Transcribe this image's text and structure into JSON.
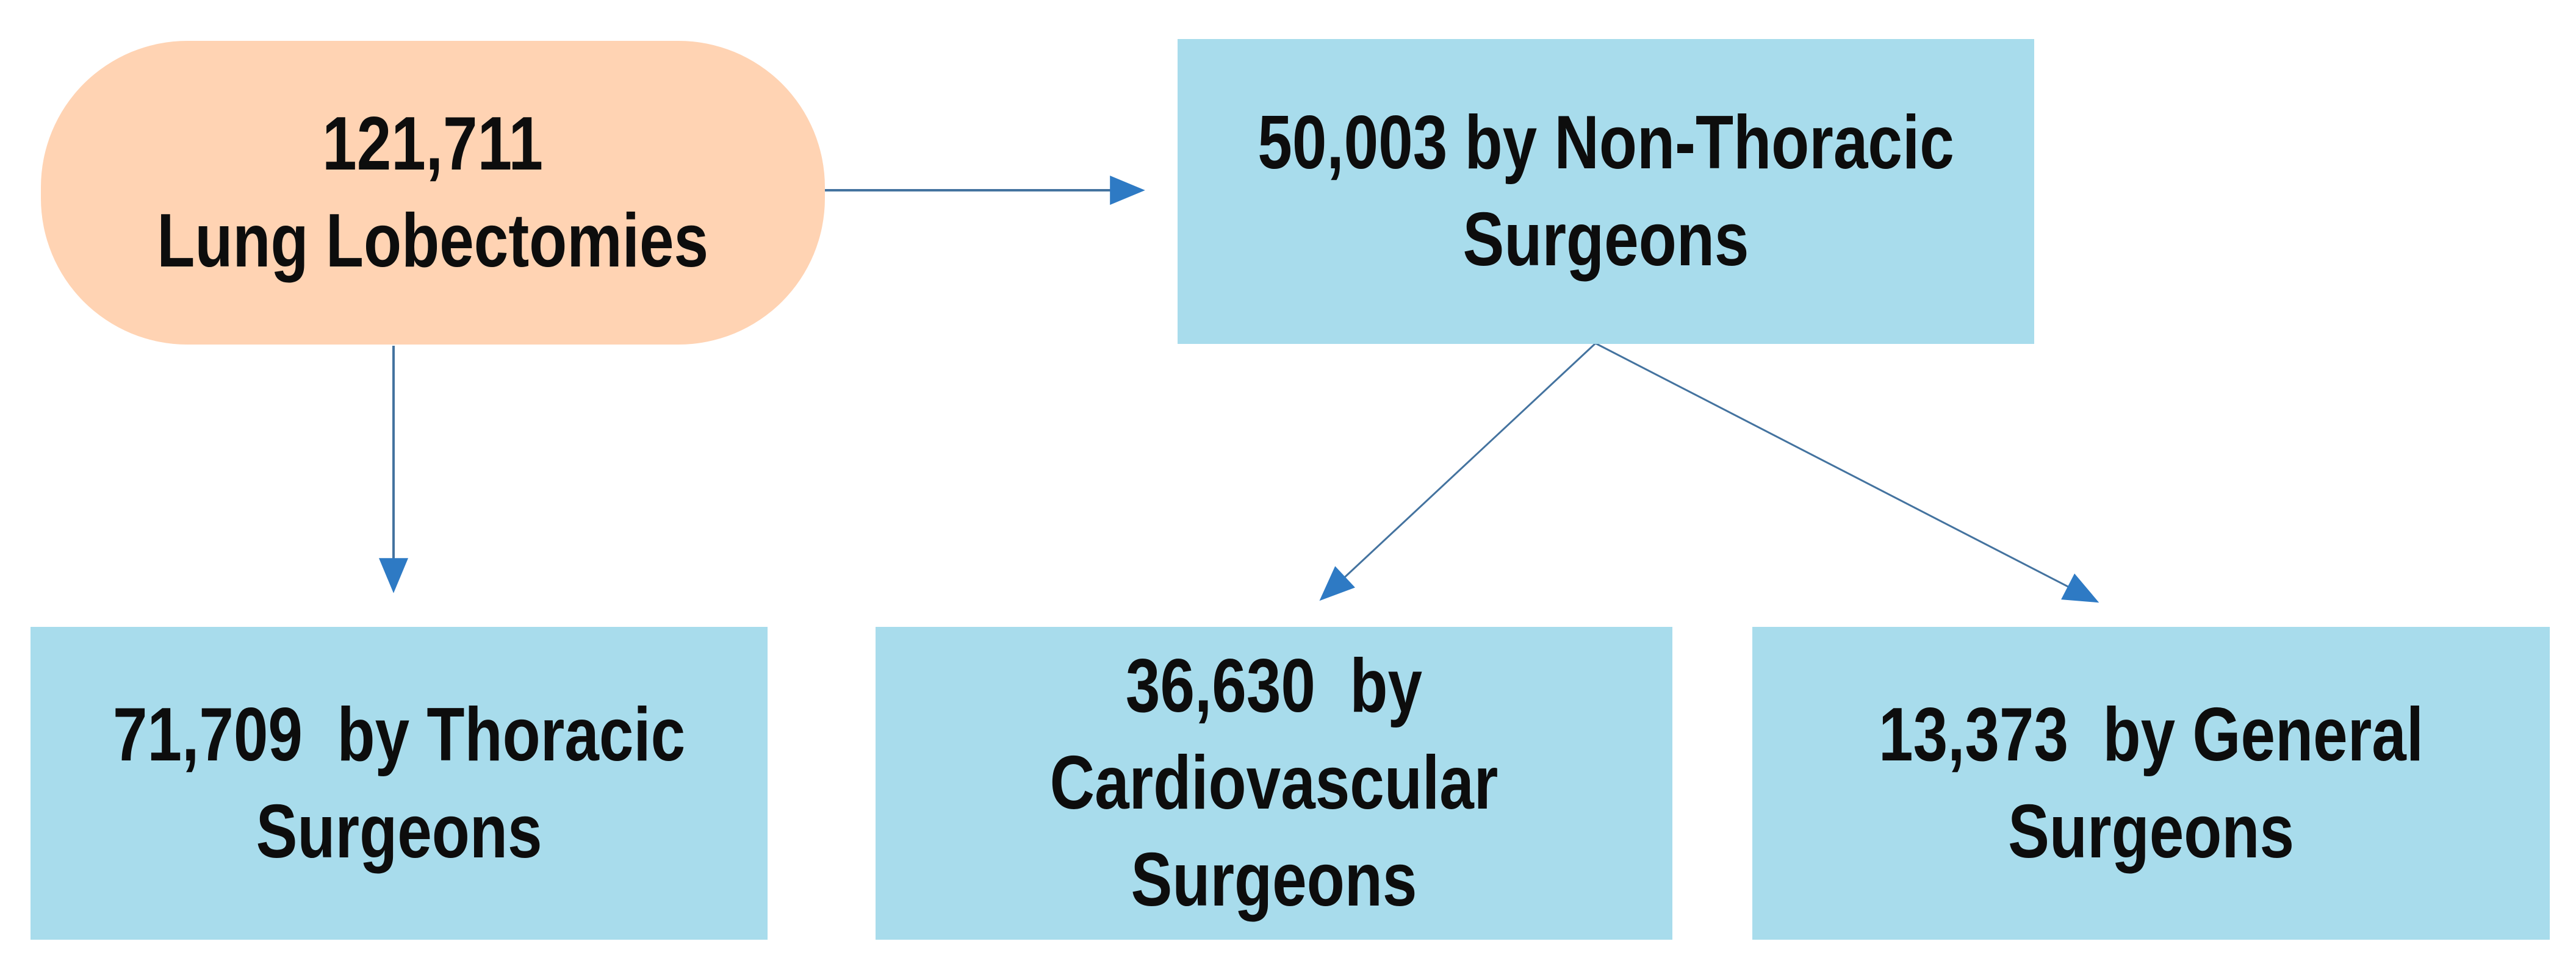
{
  "diagram": {
    "nodes": {
      "total": {
        "label": "121,711\nLung Lobectomies",
        "value": "121,711",
        "performed_by": "Lung Lobectomies (total)"
      },
      "non_thoracic": {
        "label": "50,003 by Non-Thoracic\nSurgeons",
        "value": "50,003",
        "performed_by": "Non-Thoracic Surgeons"
      },
      "thoracic": {
        "label": "71,709  by Thoracic\nSurgeons",
        "value": "71,709",
        "performed_by": "Thoracic Surgeons"
      },
      "cardiovascular": {
        "label": "36,630  by\nCardiovascular Surgeons",
        "value": "36,630",
        "performed_by": "Cardiovascular Surgeons"
      },
      "general": {
        "label": "13,373  by General\nSurgeons",
        "value": "13,373",
        "performed_by": "General Surgeons"
      }
    },
    "edges": [
      {
        "from": "total",
        "to": "non_thoracic"
      },
      {
        "from": "total",
        "to": "thoracic"
      },
      {
        "from": "non_thoracic",
        "to": "cardiovascular"
      },
      {
        "from": "non_thoracic",
        "to": "general"
      }
    ]
  },
  "colors": {
    "pill-fill": "#ffd3b3",
    "box-fill": "#a8dcec",
    "arrow-line": "#44739f",
    "arrow-head": "#2e7ac4",
    "text": "#0d0d0d",
    "background": "#ffffff"
  }
}
